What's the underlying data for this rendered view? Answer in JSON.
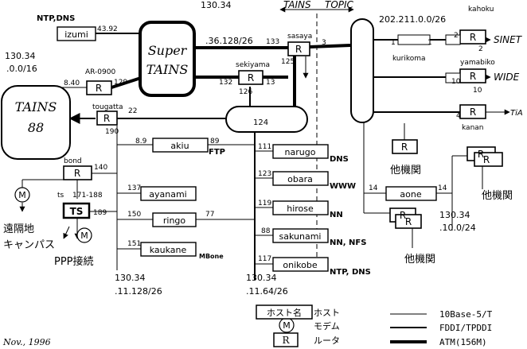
{
  "segments": {
    "super_tains": [
      "Super",
      "TAINS"
    ],
    "tains88": [
      "TAINS",
      "88"
    ]
  },
  "top_labels": {
    "tains": "TAINS",
    "topic": "TOPIC"
  },
  "hosts": {
    "izumi": "izumi",
    "akiu": "akiu",
    "ayanami": "ayanami",
    "ringo": "ringo",
    "kaukane": "kaukane",
    "narugo": "narugo",
    "obara": "obara",
    "hirose": "hirose",
    "sakunami": "sakunami",
    "onikobe": "onikobe",
    "aone": "aone"
  },
  "services": {
    "ntp_dns": "NTP,DNS",
    "ftp": "FTP",
    "mbone": "MBone",
    "dns": "DNS",
    "www": "WWW",
    "nn1": "NN",
    "nn_nfs": "NN, NFS",
    "ntp_dns2": "NTP, DNS"
  },
  "routers": {
    "r_label": "R",
    "ts_label": "TS",
    "modem_label": "M",
    "ar0900": "AR-0900",
    "tougatta": "tougatta",
    "bond": "bond",
    "ts": "ts",
    "sasaya": "sasaya",
    "sekiyama": "sekiyama",
    "kahoku": "kahoku",
    "kurikoma": "kurikoma",
    "yamabiko": "yamabiko",
    "kanan": "kanan"
  },
  "networks": {
    "n130_34_36_128": [
      "130.34",
      ".36.128/26"
    ],
    "n130_34_0_0": [
      "130.34",
      ".0.0/16"
    ],
    "n202": "202.211.0.0/26",
    "n130_34_10": [
      "130.34",
      ".10.0/24"
    ],
    "n130_34_11_128": [
      "130.34",
      ".11.128/26"
    ],
    "n130_34_11_64": [
      "130.34",
      ".11.64/26"
    ]
  },
  "addr": {
    "a43_92": "43.92",
    "a8_40": "8.40",
    "a129": "129",
    "a22": "22",
    "a190": "190",
    "a140": "140",
    "a171_188": "171-188",
    "a189": "189",
    "a8_9": "8.9",
    "a89": "89",
    "a137": "137",
    "a150": "150",
    "a77": "77",
    "a151": "151",
    "a111": "111",
    "a123": "123",
    "a119": "119",
    "a88": "88",
    "a117": "117",
    "a124": "124",
    "a133": "133",
    "a3": "3",
    "a125": "125",
    "a132": "132",
    "a13": "13",
    "a126": "126",
    "a1": "1",
    "a1b": "1",
    "a2": "2",
    "a2b": "2",
    "a10": "10",
    "a10b": "10",
    "a4": "4",
    "a14": "14",
    "a14b": "14"
  },
  "external": {
    "sinet": "SINET",
    "wide": "WIDE",
    "tia": "TiA"
  },
  "other_orgs": {
    "o1": "他機関",
    "o2": "他機関",
    "o3": "他機関"
  },
  "remote": {
    "line1": "遠隔地",
    "line2": "キャンパス",
    "ppp": "PPP接続"
  },
  "legend": {
    "host": "ホスト名",
    "host_desc": "ホスト",
    "modem_desc": "モデム",
    "router_desc": "ルータ",
    "l10base": "10Base-5/T",
    "lfddi": "FDDI/TPDDI",
    "latm": "ATM(156M)"
  },
  "date": "Nov., 1996"
}
